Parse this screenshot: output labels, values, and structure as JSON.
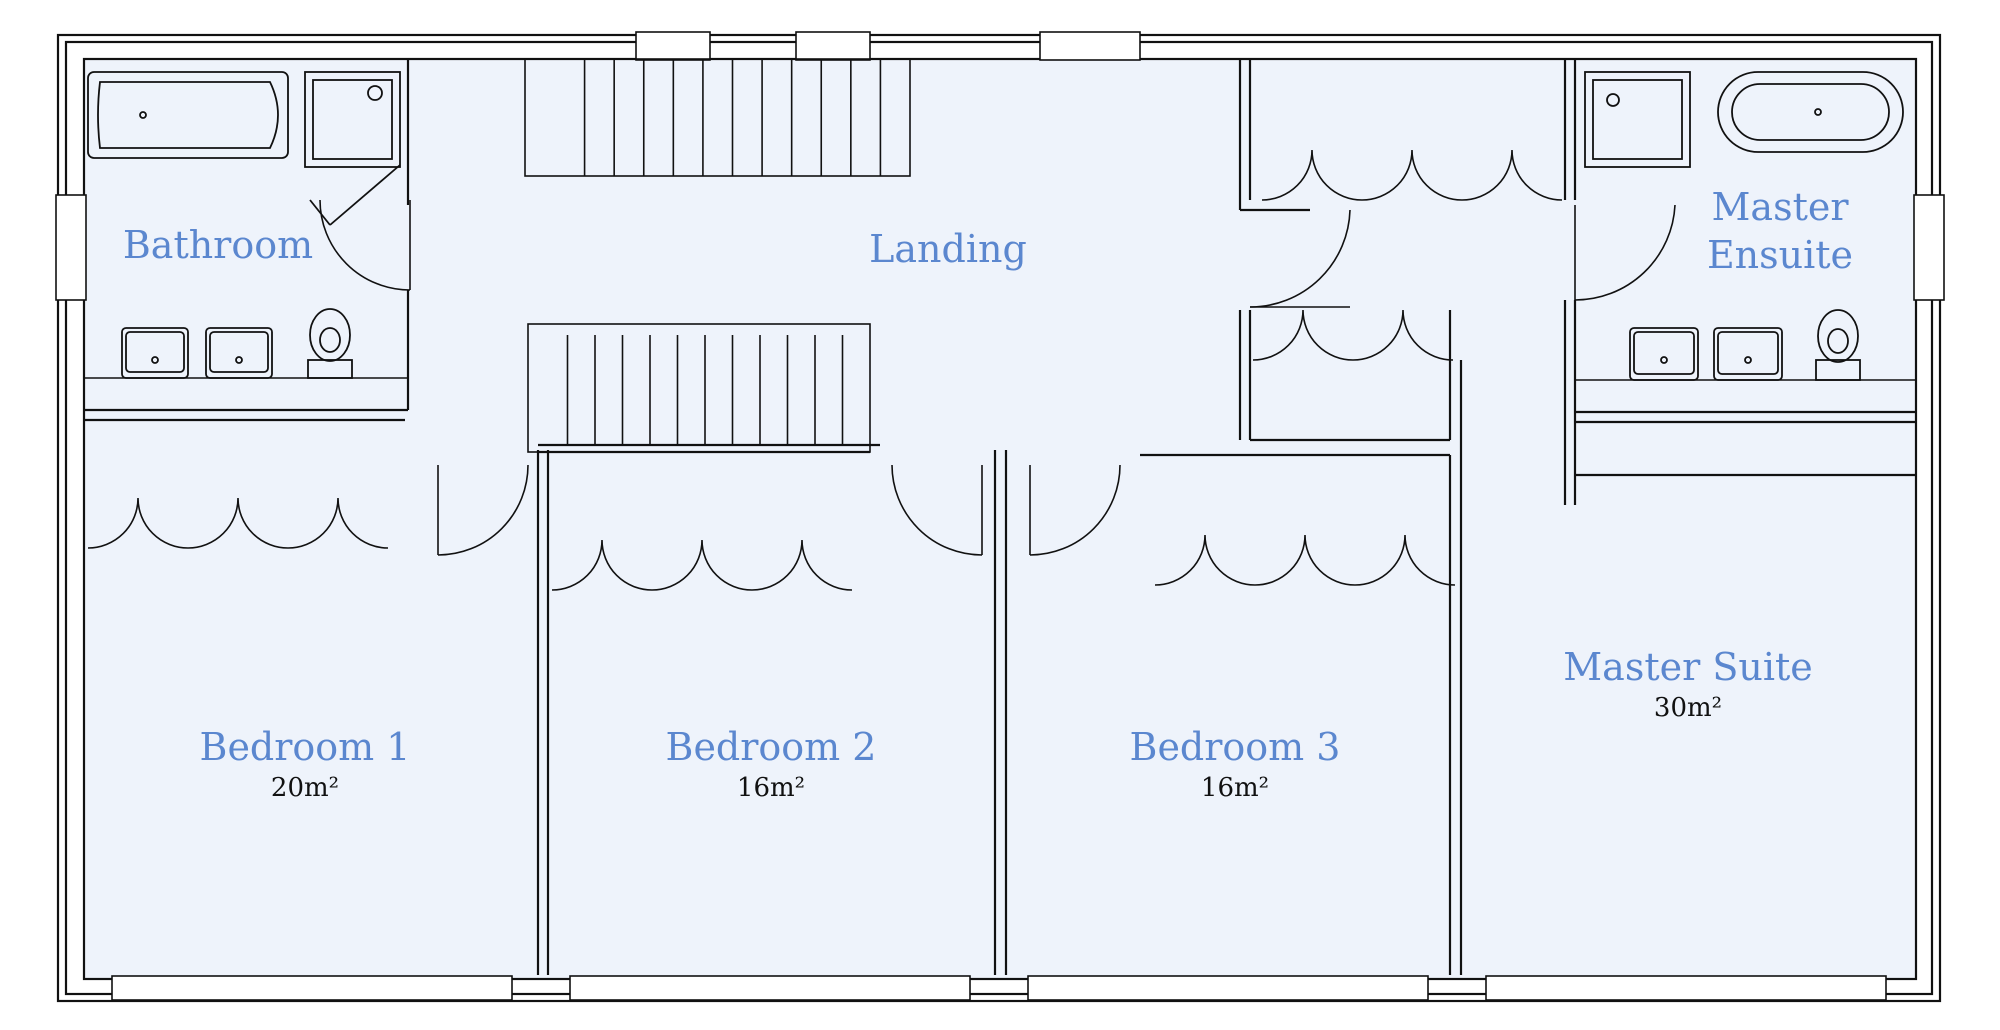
{
  "rooms": {
    "bathroom": {
      "name": "Bathroom"
    },
    "landing": {
      "name": "Landing"
    },
    "master_ensuite": {
      "name_line1": "Master",
      "name_line2": "Ensuite"
    },
    "bedroom1": {
      "name": "Bedroom 1",
      "area": "20m²"
    },
    "bedroom2": {
      "name": "Bedroom 2",
      "area": "16m²"
    },
    "bedroom3": {
      "name": "Bedroom 3",
      "area": "16m²"
    },
    "master_suite": {
      "name": "Master Suite",
      "area": "30m²"
    }
  },
  "colors": {
    "room_label": "#5b87cf",
    "floor_fill": "#eef3fb",
    "line": "#111111"
  }
}
